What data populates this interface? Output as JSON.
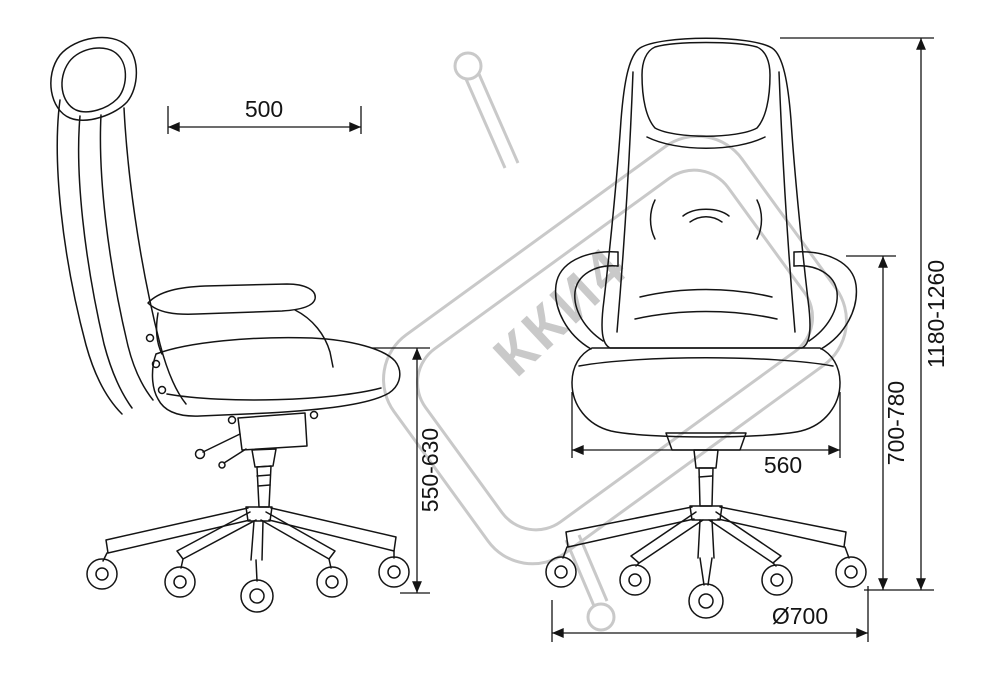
{
  "colors": {
    "line": "#141414",
    "watermark": "#c9c9c9",
    "background": "#ffffff"
  },
  "watermark": {
    "text": "ККИ4"
  },
  "dimensions": {
    "seat_depth": "500",
    "seat_height": "550-630",
    "total_height": "1180-1260",
    "arm_floor_height": "700-780",
    "seat_width": "560",
    "base_diameter": "Ø700"
  }
}
